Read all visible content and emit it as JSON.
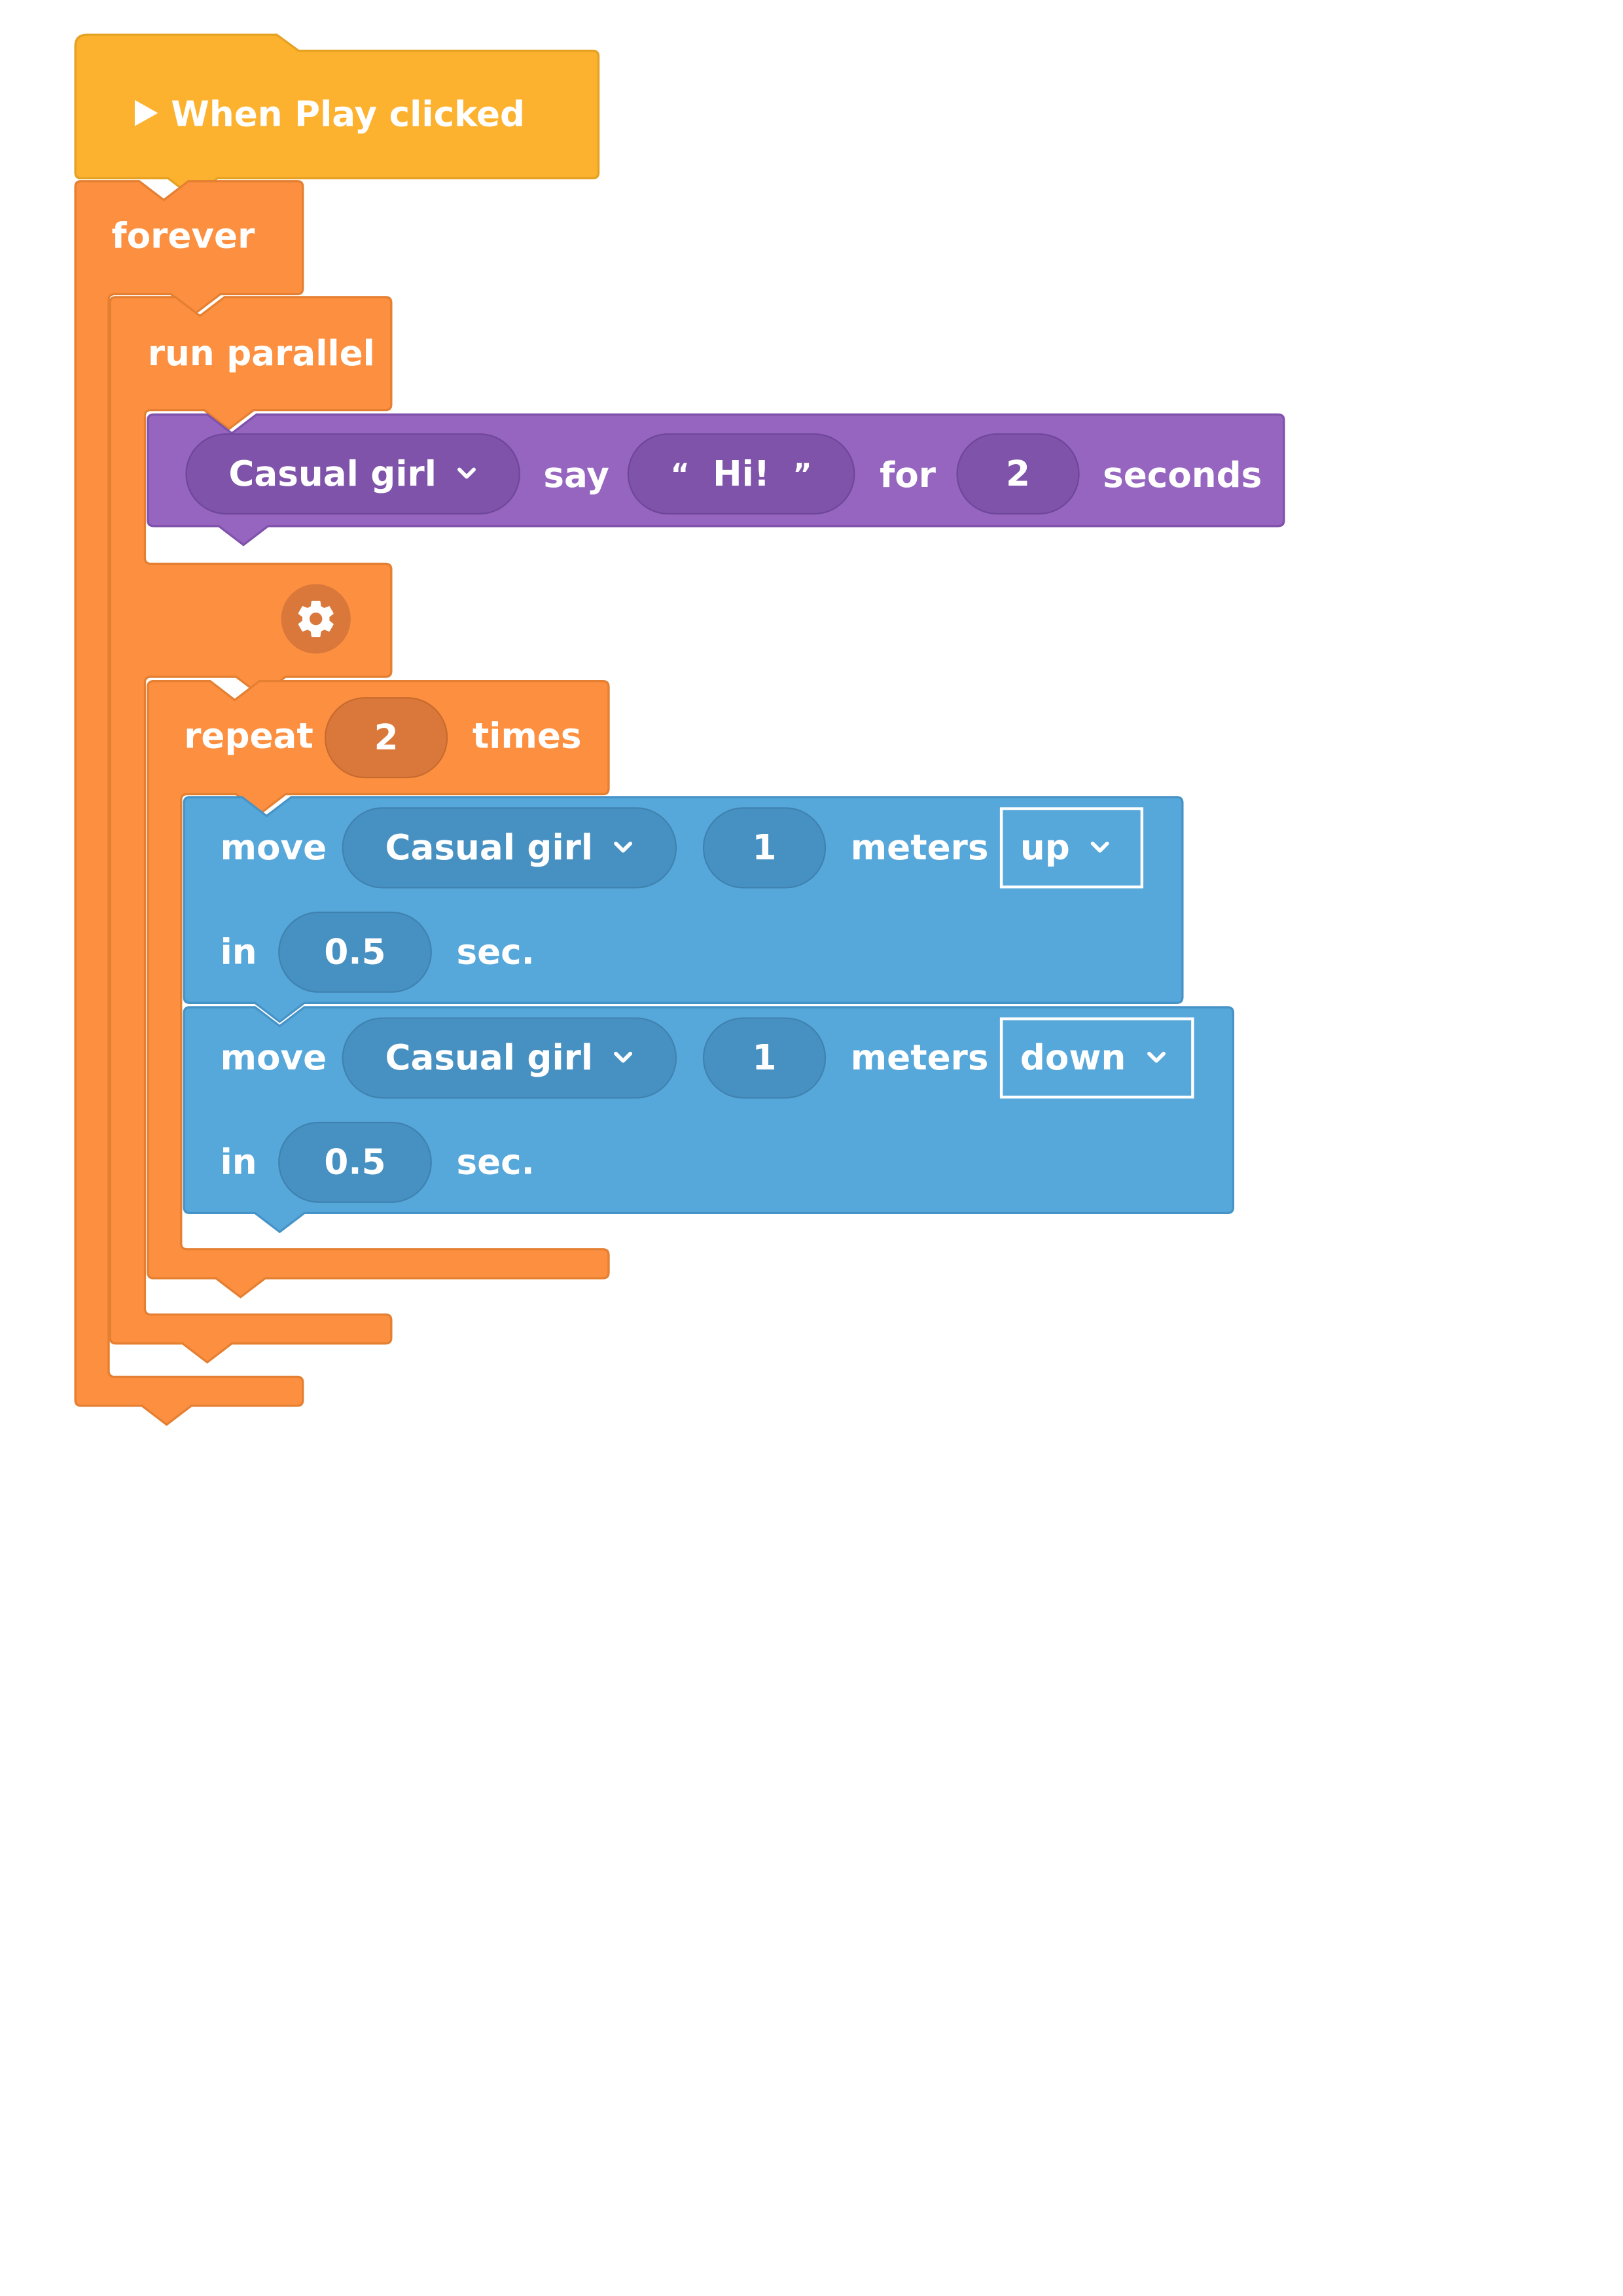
{
  "colors": {
    "event": "#fdb22f",
    "control": "#fc9040",
    "looks": "#9565c0",
    "motion": "#56a7da"
  },
  "event_block": {
    "icon": "play-icon",
    "label": "When Play clicked"
  },
  "forever_block": {
    "label": "forever"
  },
  "parallel_block": {
    "label": "run parallel",
    "settings_icon": "gear-icon"
  },
  "say_block": {
    "character": "Casual girl",
    "say_label": "say",
    "open_quote": "“",
    "message": "Hi!",
    "close_quote": "”",
    "for_label": "for",
    "duration": "2",
    "unit_label": "seconds"
  },
  "repeat_block": {
    "repeat_label": "repeat",
    "count": "2",
    "times_label": "times"
  },
  "move_blocks": [
    {
      "move_label": "move",
      "character": "Casual girl",
      "distance": "1",
      "meters_label": "meters",
      "direction": "up",
      "in_label": "in",
      "time": "0.5",
      "sec_label": "sec."
    },
    {
      "move_label": "move",
      "character": "Casual girl",
      "distance": "1",
      "meters_label": "meters",
      "direction": "down",
      "in_label": "in",
      "time": "0.5",
      "sec_label": "sec."
    }
  ]
}
